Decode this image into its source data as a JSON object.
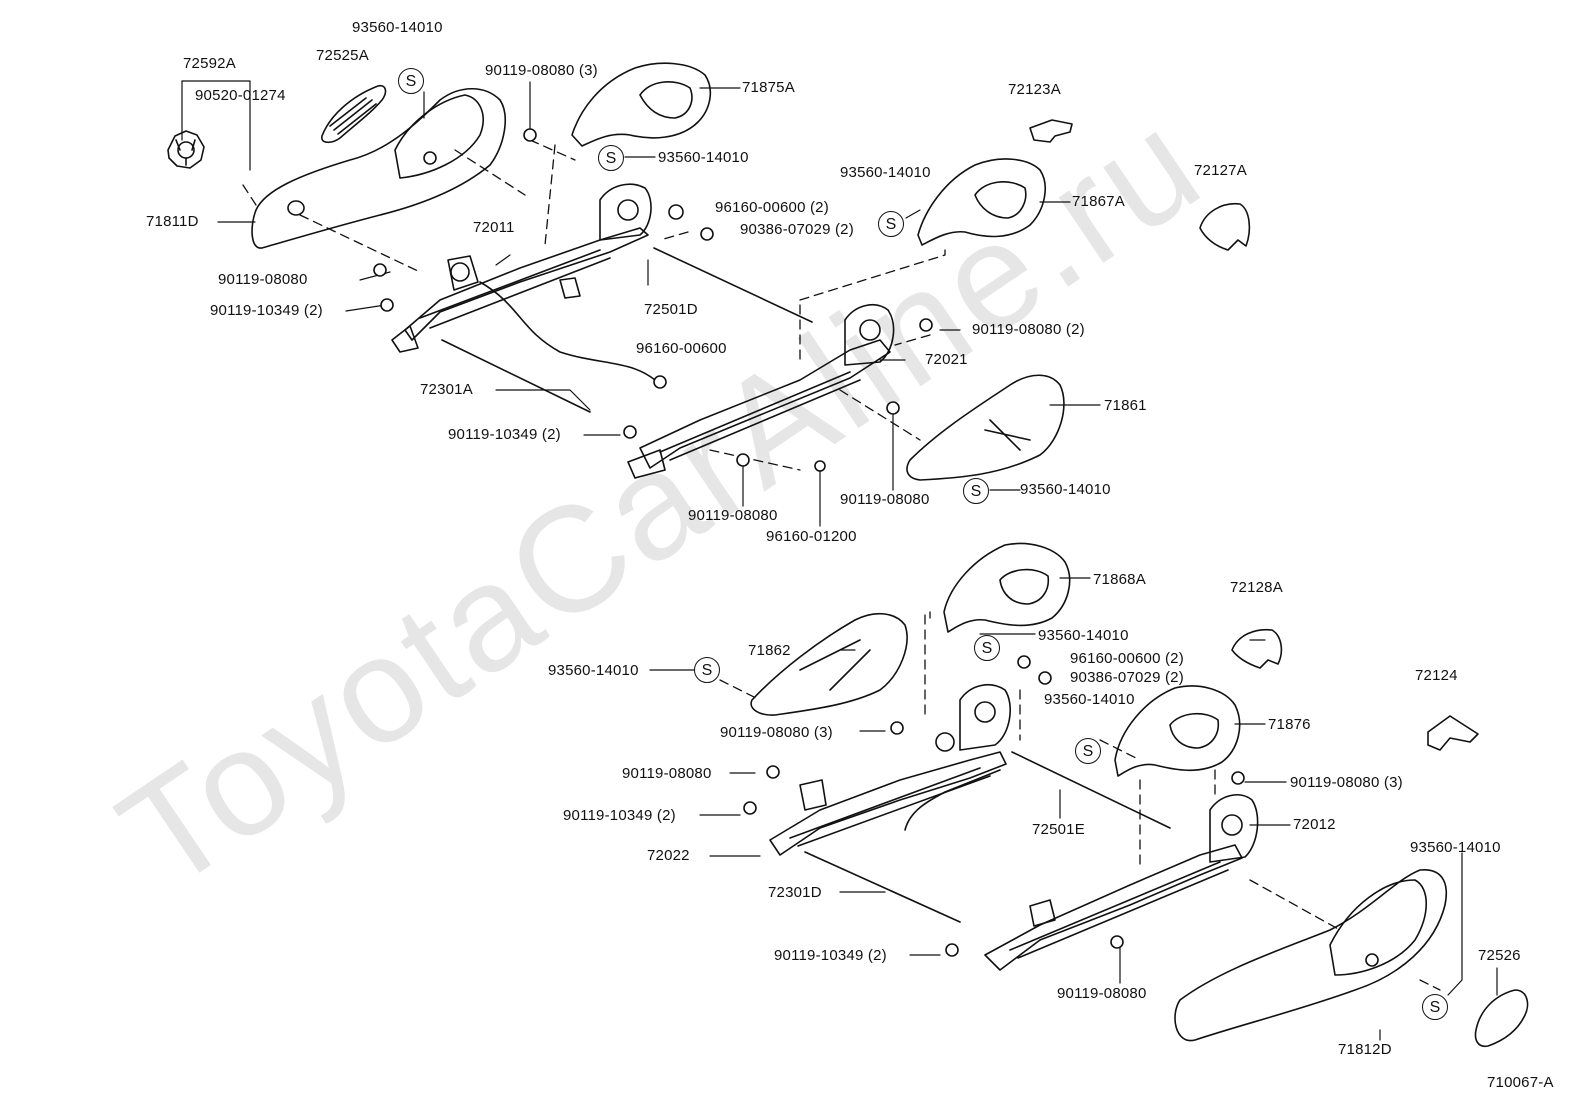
{
  "watermark": "ToyotaCarAline.ru",
  "diagram_code": "710067-A",
  "seal_mark": "S",
  "labels": {
    "p72592A": "72592A",
    "p90520_01274": "90520-01274",
    "p72525A": "72525A",
    "p93560_a": "93560-14010",
    "p90119_08080_3a": "90119-08080 (3)",
    "p71875A": "71875A",
    "p93560_b": "93560-14010",
    "p72123A": "72123A",
    "p72127A": "72127A",
    "p71811D": "71811D",
    "p72011": "72011",
    "p96160_00600_2a": "96160-00600 (2)",
    "p90386_07029_2a": "90386-07029 (2)",
    "p93560_c": "93560-14010",
    "p71867A": "71867A",
    "p90119_08080_a": "90119-08080",
    "p90119_10349_2a": "90119-10349 (2)",
    "p72501D": "72501D",
    "p90119_08080_2": "90119-08080 (2)",
    "p96160_00600": "96160-00600",
    "p72021": "72021",
    "p72301A": "72301A",
    "p71861": "71861",
    "p90119_10349_2b": "90119-10349 (2)",
    "p93560_d": "93560-14010",
    "p90119_08080_b": "90119-08080",
    "p90119_08080_c": "90119-08080",
    "p96160_01200": "96160-01200",
    "p71868A": "71868A",
    "p72128A": "72128A",
    "p71862": "71862",
    "p93560_e": "93560-14010",
    "p93560_f": "93560-14010",
    "p96160_00600_2b": "96160-00600 (2)",
    "p90386_07029_2b": "90386-07029 (2)",
    "p72124": "72124",
    "p93560_g": "93560-14010",
    "p71876": "71876",
    "p90119_08080_3b": "90119-08080 (3)",
    "p90119_08080_d": "90119-08080",
    "p90119_08080_3c": "90119-08080 (3)",
    "p90119_10349_2c": "90119-10349 (2)",
    "p72501E": "72501E",
    "p72012": "72012",
    "p72022": "72022",
    "p93560_h": "93560-14010",
    "p72301D": "72301D",
    "p90119_10349_2d": "90119-10349 (2)",
    "p90119_08080_e": "90119-08080",
    "p72526": "72526",
    "p71812D": "71812D"
  }
}
